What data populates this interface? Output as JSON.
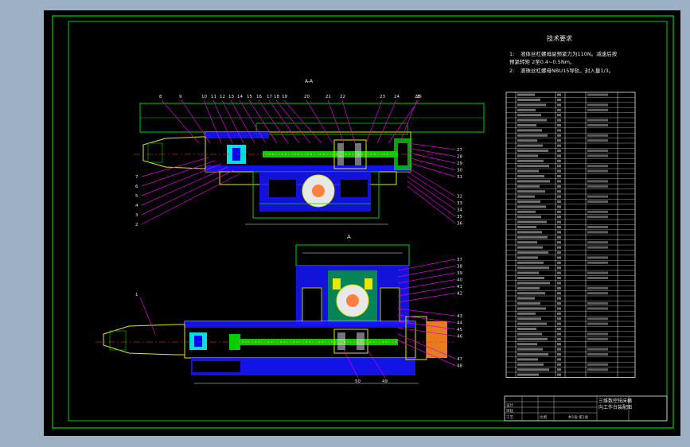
{
  "tech_requirements": {
    "heading": "技术要求",
    "line1_num": "1:",
    "line1": "液体丝杠螺母副预紧力为110N。减速后按",
    "line1b": "预紧转矩 2至0.4~0.5Nm。",
    "line2_num": "2:",
    "line2": "滚珠丝杠螺母NBU15导轨，封入量1/3。"
  },
  "section_labels": {
    "top_view": "A-A",
    "bottom_view": "A"
  },
  "top_callouts": [
    "8",
    "9",
    "10",
    "11",
    "12",
    "13",
    "14",
    "15",
    "16",
    "17",
    "18",
    "19",
    "20",
    "21",
    "22",
    "23",
    "24",
    "25",
    "26"
  ],
  "right_callouts_top": [
    "27",
    "28",
    "29",
    "30",
    "31",
    "32",
    "33",
    "34",
    "35",
    "36"
  ],
  "left_callouts_top": [
    "7",
    "6",
    "5",
    "4",
    "3",
    "2"
  ],
  "right_callouts_bottom": [
    "37",
    "38",
    "39",
    "40",
    "41",
    "42",
    "43",
    "44",
    "45",
    "46",
    "47",
    "48"
  ],
  "bottom_callouts": [
    "50",
    "49"
  ],
  "left_callout_bottom": "1",
  "title_block": {
    "title_line1": "三维数控铣床横",
    "title_line2": "向工作台装配图",
    "drawn_label": "设计",
    "check_label": "审核",
    "approve_label": "工艺",
    "scale_label": "比例",
    "sheet_label": "共1张 第1张"
  }
}
